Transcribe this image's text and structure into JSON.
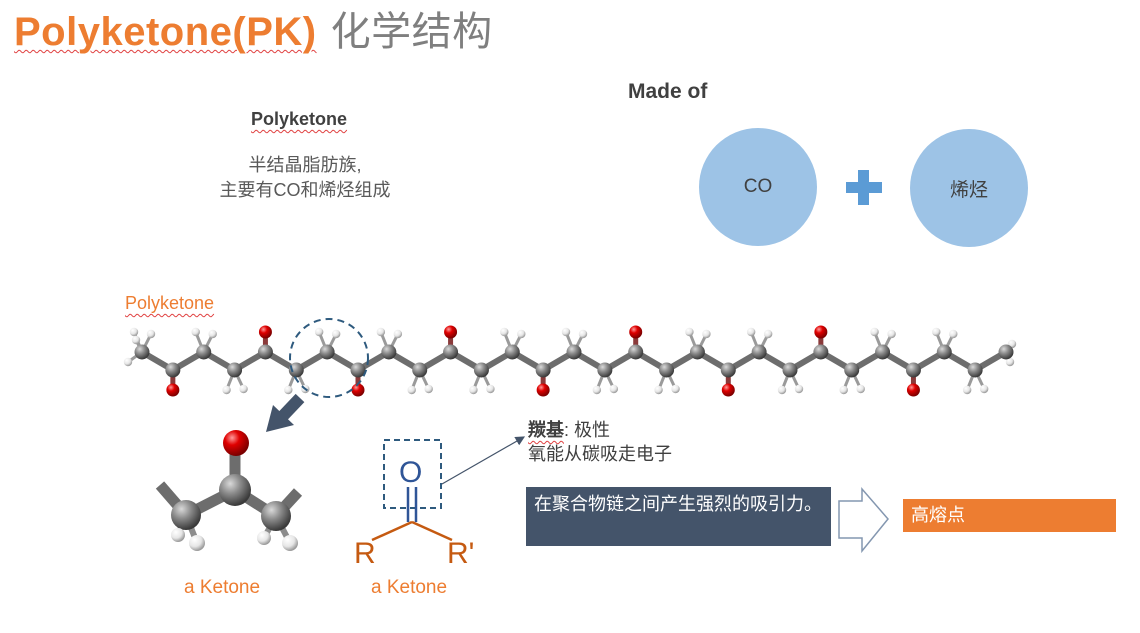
{
  "title": {
    "english": "Polyketone(PK)",
    "chinese": "化学结构"
  },
  "polyketone_heading": "Polyketone",
  "polyketone_desc": {
    "line1": "半结晶脂肪族,",
    "line2": "主要有CO和烯烃组成"
  },
  "made_of": {
    "label": "Made of",
    "left_component": "CO",
    "right_component": "烯烃"
  },
  "chain_label": "Polyketone",
  "ketone_ball_label": "a Ketone",
  "ketone_formula": {
    "oxygen": "O",
    "left_group": "R",
    "right_group": "R'",
    "label": "a Ketone"
  },
  "carbonyl_note": {
    "term": "羰基",
    "property": ": 极性",
    "line2": "氧能从碳吸走电子"
  },
  "attraction_box": "在聚合物链之间产生强烈的吸引力。",
  "result_box": "高熔点",
  "colors": {
    "accent_orange": "#ed7d31",
    "circle_blue": "#9dc3e6",
    "plus_blue": "#5b9bd5",
    "dark_slate": "#44546a",
    "dashed_border": "#2e5a7e"
  }
}
